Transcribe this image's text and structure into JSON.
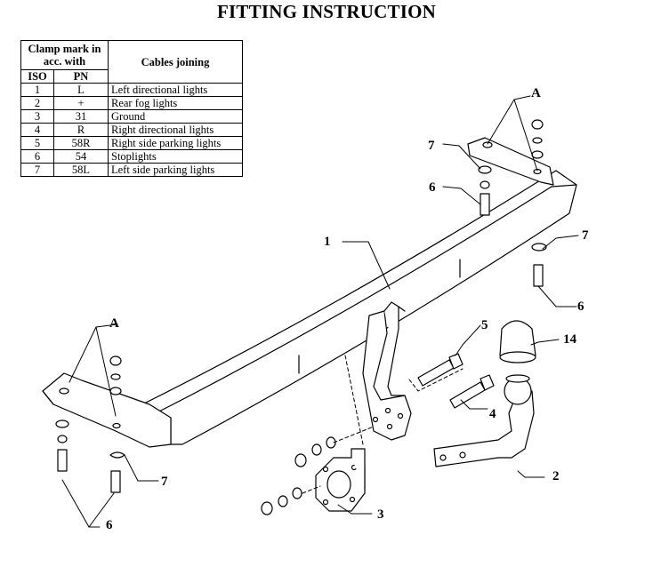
{
  "title": "FITTING INSTRUCTION",
  "table": {
    "header_clamp_mark": "Clamp mark in acc. with",
    "header_cables": "Cables joining",
    "header_iso": "ISO",
    "header_pn": "PN",
    "rows": [
      {
        "iso": "1",
        "pn": "L",
        "desc": "Left directional lights"
      },
      {
        "iso": "2",
        "pn": "+",
        "desc": "Rear fog lights"
      },
      {
        "iso": "3",
        "pn": "31",
        "desc": "Ground"
      },
      {
        "iso": "4",
        "pn": "R",
        "desc": "Right directional lights"
      },
      {
        "iso": "5",
        "pn": "58R",
        "desc": "Right side parking lights"
      },
      {
        "iso": "6",
        "pn": "54",
        "desc": "Stoplights"
      },
      {
        "iso": "7",
        "pn": "58L",
        "desc": "Left side parking lights"
      }
    ]
  },
  "labels": {
    "a_right": "A",
    "a_left": "A",
    "n7_top": "7",
    "n6_top": "6",
    "n7_right": "7",
    "n6_right": "6",
    "n1": "1",
    "n5": "5",
    "n14": "14",
    "n4": "4",
    "n7_bottom": "7",
    "n6_bottom": "6",
    "n2": "2",
    "n3": "3"
  }
}
